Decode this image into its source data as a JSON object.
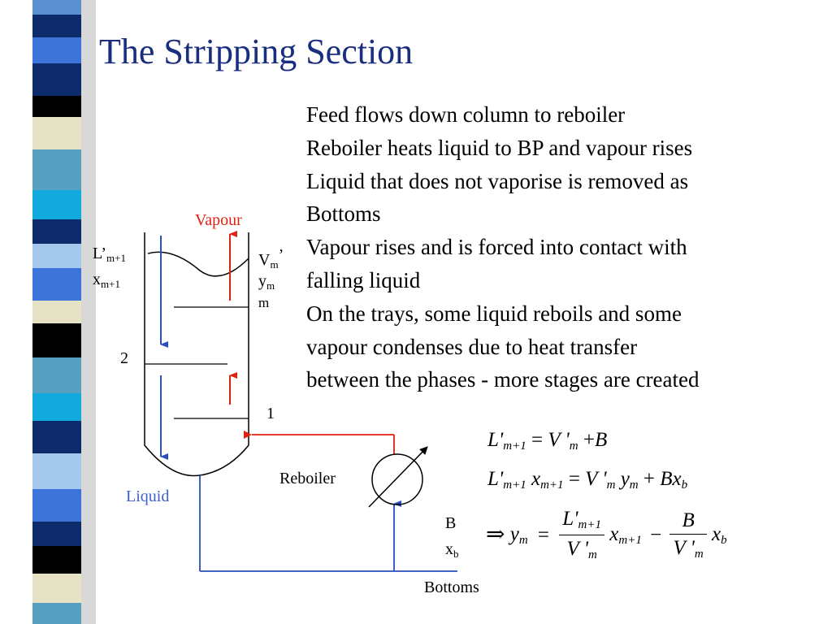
{
  "slide": {
    "title": "The Stripping Section",
    "colors": {
      "title": "#1a2e80",
      "liquid": "#3b5fcf",
      "vapour": "#e02010",
      "stripe": [
        "#5a8fd0",
        "#0d2a6b",
        "#3d74d9",
        "#000000",
        "#e6e3c4",
        "#57a0c2",
        "#12a9dd",
        "#a4c8ec"
      ]
    }
  },
  "bullets": [
    "Feed flows down column to reboiler",
    "Reboiler heats liquid to BP and vapour rises",
    "Liquid that does not vaporise is removed as",
    "Bottoms",
    "Vapour rises and is forced into contact with",
    "falling liquid",
    "On the trays, some liquid reboils and some",
    "vapour condenses due to heat transfer",
    "between the phases - more stages are created"
  ],
  "diagram": {
    "vapour_label": "Vapour",
    "liquid_label": "Liquid",
    "reboiler_label": "Reboiler",
    "bottoms_label": "Bottoms",
    "stage_2": "2",
    "stage_1": "1",
    "l_prime": "L’",
    "l_sub": "m+1",
    "x_left": "x",
    "x_left_sub": "m+1",
    "v_main": "V",
    "v_sub": "m",
    "v_prime": "’",
    "y_main": "y",
    "y_sub": "m",
    "m_extra": "m",
    "b_label": "B",
    "xb_main": "x",
    "xb_sub": "b"
  },
  "equations": {
    "eq1": {
      "L": "L'",
      "Lsub": "m+1",
      "eqsign": "=",
      "V": "V '",
      "Vsub": "m",
      "plus": "+",
      "B": "B"
    },
    "eq2": {
      "L": "L'",
      "Lsub": "m+1",
      "x": "x",
      "xsub": "m+1",
      "eqsign": "=",
      "V": "V '",
      "Vsub": "m",
      "y": "y",
      "ysub": "m",
      "plus": "+",
      "Bx": "Bx",
      "Bxsub": "b"
    },
    "eq3": {
      "implies": "⇒",
      "y": "y",
      "ysub": "m",
      "eqsign": "=",
      "L": "L'",
      "Lsub": "m+1",
      "V": "V '",
      "Vsub": "m",
      "x": "x",
      "xsub": "m+1",
      "minus": "−",
      "B": "B",
      "V2": "V '",
      "V2sub": "m",
      "xb": "x",
      "xbsub": "b"
    }
  }
}
